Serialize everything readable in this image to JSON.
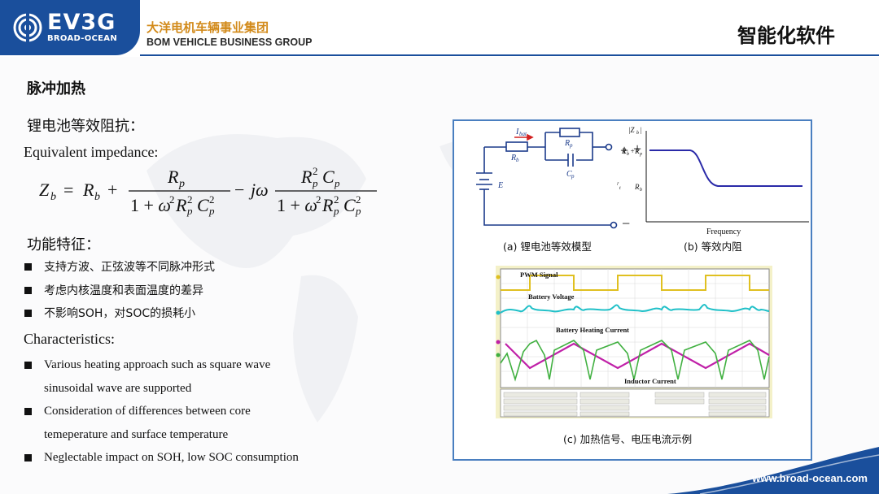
{
  "header": {
    "logo_main": "EV3G",
    "logo_sub": "BROAD-OCEAN",
    "company_cn": "大洋电机车辆事业集团",
    "company_en": "BOM VEHICLE BUSINESS GROUP",
    "page_title": "智能化软件"
  },
  "section_title": "脉冲加热",
  "impedance": {
    "heading_cn": "锂电池等效阻抗：",
    "heading_en": "Equivalent impedance:"
  },
  "features": {
    "heading_cn": "功能特征：",
    "items_cn": [
      "支持方波、正弦波等不同脉冲形式",
      "考虑内核温度和表面温度的差异",
      "不影响SOH，对SOC的损耗小"
    ],
    "heading_en": "Characteristics:",
    "items_en": [
      {
        "line1": "Various heating approach such as square wave",
        "line2": "sinusoidal wave are supported"
      },
      {
        "line1": "Consideration of differences between core",
        "line2": "temeperature and surface temperature"
      },
      {
        "line1": "Neglectable impact on SOH, low SOC consumption",
        "line2": ""
      }
    ]
  },
  "figure": {
    "caption_a": "(a) 锂电池等效模型",
    "caption_b": "(b) 等效内阻",
    "caption_c": "(c) 加热信号、电压电流示例",
    "circuit": {
      "current_label": "I_bat",
      "rb": "R_b",
      "rp": "R_p",
      "cp": "C_p",
      "e": "E",
      "plus": "+",
      "minus": "−"
    },
    "impedance_plot": {
      "ylabel": "|Z_b|",
      "xlabel": "Frequency",
      "high": "R_b+R_p",
      "low": "R_b",
      "v": "V_t"
    },
    "scope": {
      "pwm_label": "PWM Signal",
      "voltage_label": "Battery Voltage",
      "heating_label": "Battery Heating Current",
      "inductor_label": "Inductor Current"
    }
  },
  "footer": {
    "url": "www.broad-ocean.com"
  },
  "colors": {
    "brand_blue": "#1a4f9c",
    "accent_orange": "#d28a1a",
    "frame_blue": "#4a7fc0"
  }
}
